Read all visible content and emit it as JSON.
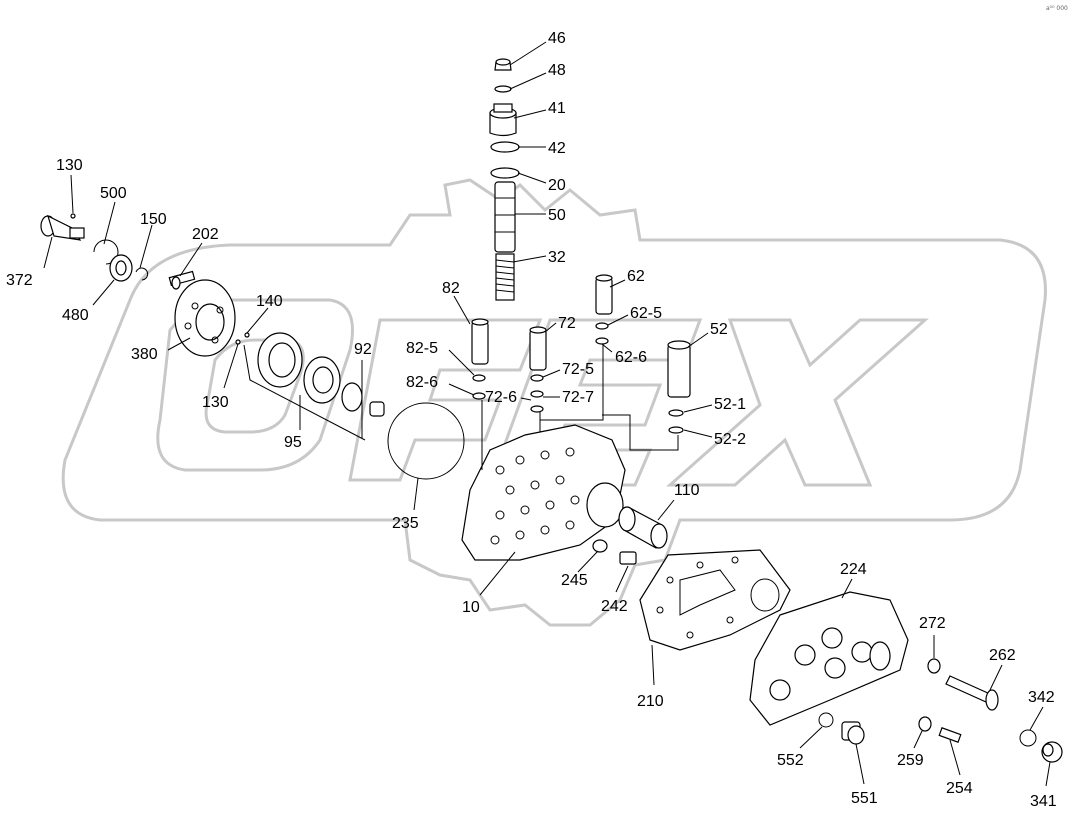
{
  "watermark": {
    "text": "OPEX",
    "color": "#c8c8c8"
  },
  "corner_mark": "a⁰⁰ 000",
  "callouts": [
    "46",
    "48",
    "41",
    "42",
    "20",
    "50",
    "32",
    "130",
    "500",
    "150",
    "372",
    "480",
    "202",
    "380",
    "140",
    "130",
    "92",
    "95",
    "235",
    "82",
    "82-5",
    "82-6",
    "72",
    "72-5",
    "72-6",
    "72-7",
    "62",
    "62-5",
    "62-6",
    "52",
    "52-1",
    "52-2",
    "110",
    "10",
    "245",
    "242",
    "210",
    "224",
    "272",
    "262",
    "342",
    "341",
    "552",
    "551",
    "259",
    "254"
  ]
}
